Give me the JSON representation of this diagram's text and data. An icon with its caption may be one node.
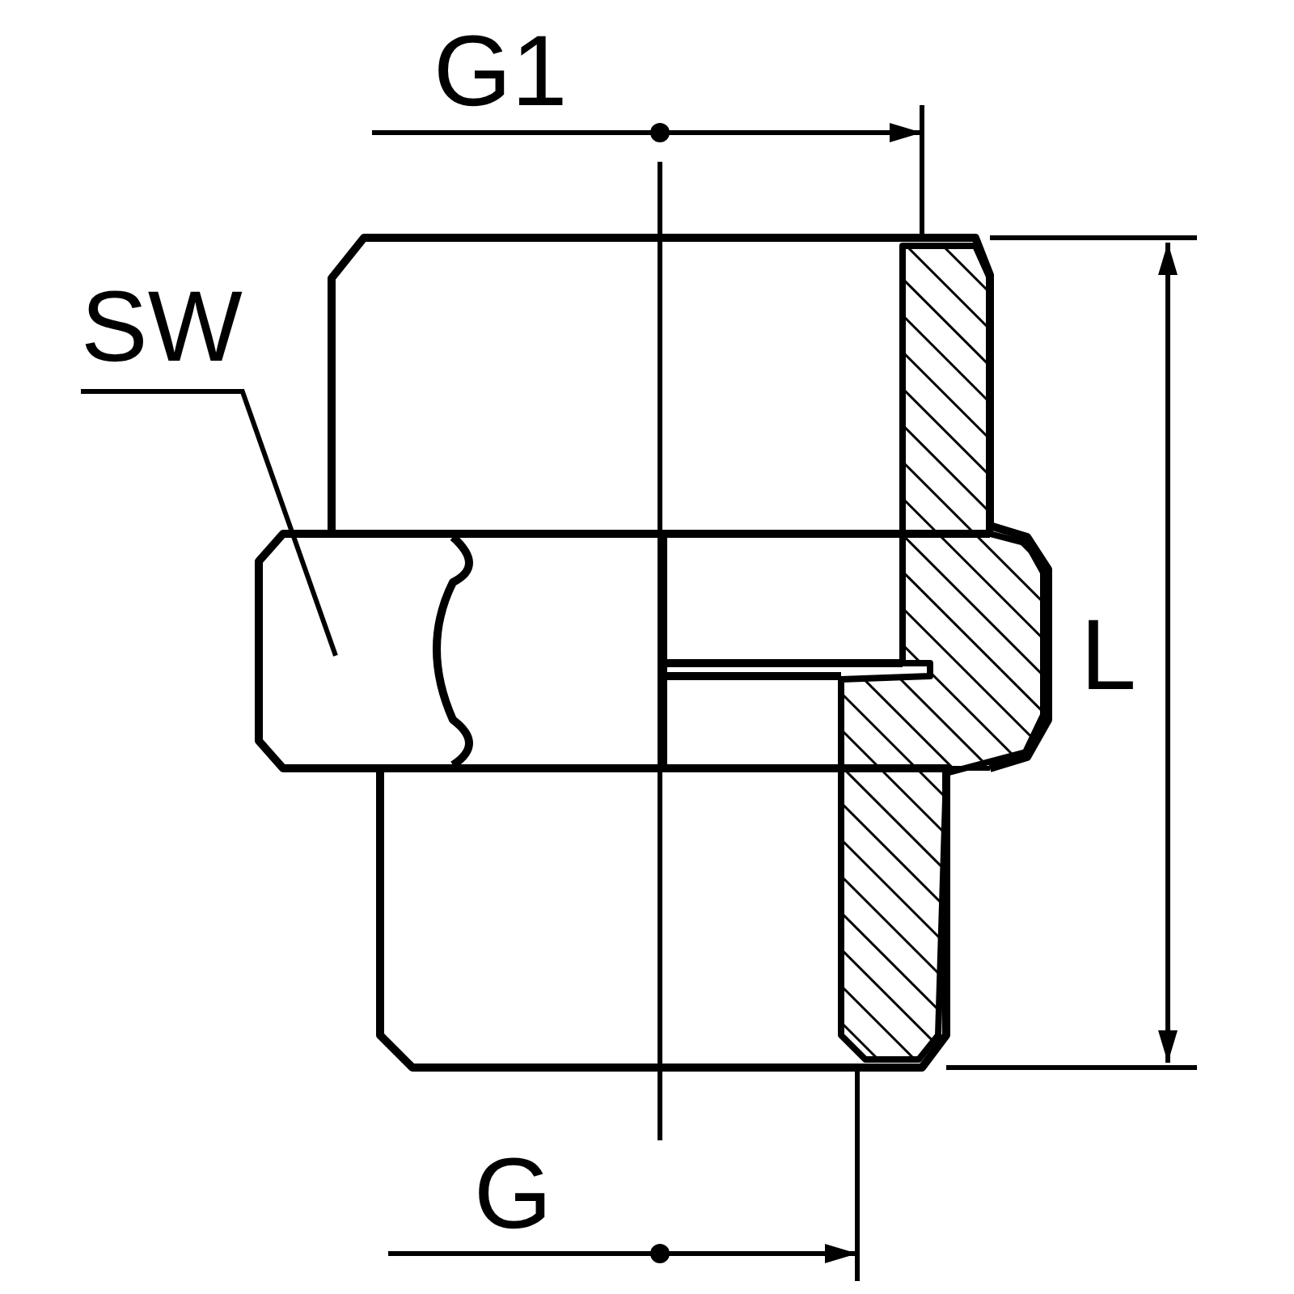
{
  "diagram": {
    "nodes": [
      {
        "text": [
          "SW"
        ]
      },
      {
        "text": [],
        "shape": "hexagon"
      }
    ],
    "edges": [
      {
        "from": 0,
        "to": 1,
        "arrow": "none"
      }
    ],
    "labels": [
      "G1",
      "L",
      "G"
    ]
  }
}
